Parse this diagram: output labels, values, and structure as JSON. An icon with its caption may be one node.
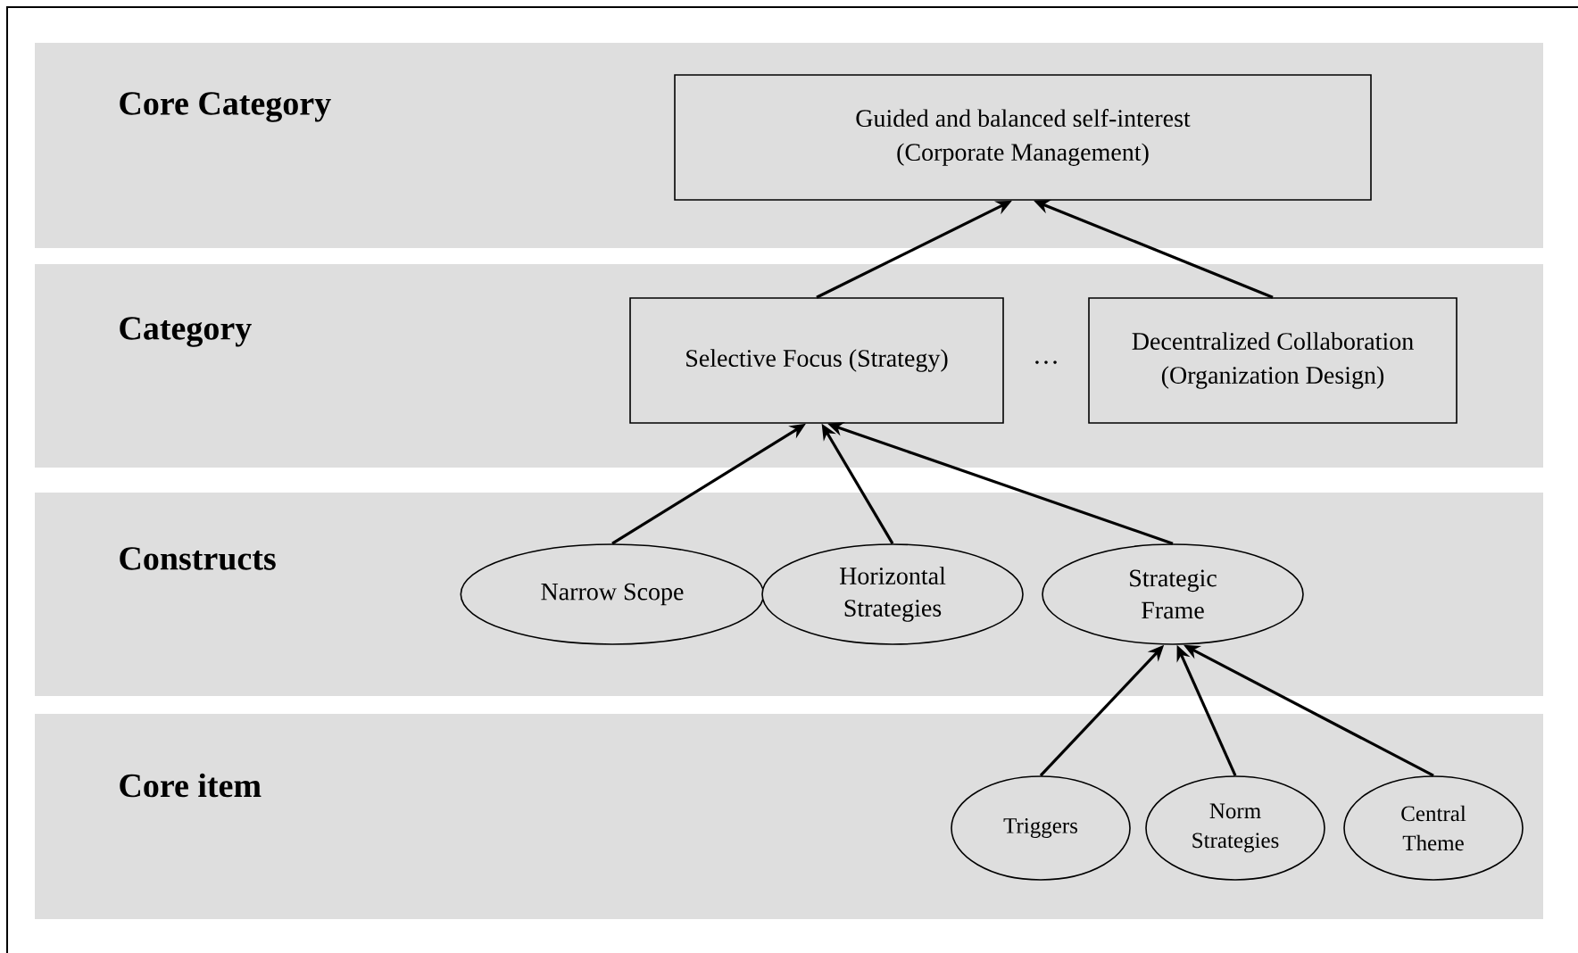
{
  "diagram": {
    "nodes": [
      {
        "text": [
          "Core Category"
        ]
      },
      {
        "text": [
          "Category"
        ]
      },
      {
        "text": [
          "Constructs"
        ]
      },
      {
        "text": [
          "Core item"
        ]
      },
      {
        "text": [
          "Guided and balanced self-interest (Corporate Management)"
        ],
        "in": 0
      },
      {
        "text": [
          "Selective Focus (Strategy)"
        ],
        "in": 1
      },
      {
        "text": [
          "Decentralized Collaboration (Organization Design)"
        ],
        "in": 1
      },
      {
        "text": [
          "Narrow Scope"
        ],
        "in": 2
      },
      {
        "text": [
          "Horizontal Strategies"
        ],
        "in": 2
      },
      {
        "text": [
          "Strategic Frame"
        ],
        "in": 2
      },
      {
        "text": [
          "Triggers"
        ],
        "in": 3
      },
      {
        "text": [
          "Norm Strategies"
        ],
        "in": 3
      },
      {
        "text": [
          "Central Theme"
        ],
        "in": 3
      }
    ],
    "edges": [
      {
        "from": 5,
        "to": 4,
        "arrow": "to"
      },
      {
        "from": 6,
        "to": 4,
        "arrow": "to"
      },
      {
        "from": 7,
        "to": 5,
        "arrow": "to"
      },
      {
        "from": 8,
        "to": 5,
        "arrow": "to"
      },
      {
        "from": 9,
        "to": 5,
        "arrow": "to"
      },
      {
        "from": 10,
        "to": 9,
        "arrow": "to"
      },
      {
        "from": 11,
        "to": 9,
        "arrow": "to"
      },
      {
        "from": 12,
        "to": 9,
        "arrow": "to"
      }
    ],
    "labels": [
      "…"
    ]
  }
}
